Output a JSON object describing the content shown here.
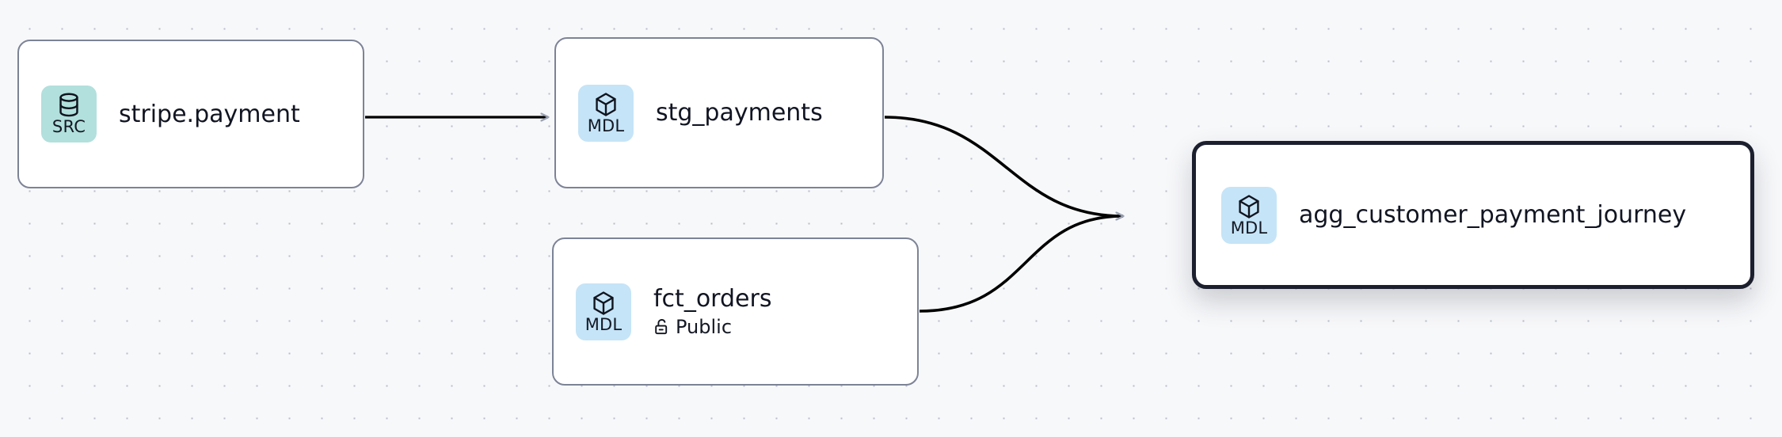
{
  "canvas": {
    "background_color": "#f7f8fa",
    "dot_grid_color": "#b9bdc9",
    "edge_color": "#000000",
    "arrowhead_color": "#9aa1b1",
    "node_border_color": "#7d8396",
    "selected_border_color": "#1b1f2e"
  },
  "nodes": [
    {
      "id": "stripe-payment",
      "title": "stripe.payment",
      "badge_label": "SRC",
      "badge_icon": "database-icon",
      "badge_color": "#b2e0dc",
      "selected": false
    },
    {
      "id": "stg-payments",
      "title": "stg_payments",
      "badge_label": "MDL",
      "badge_icon": "cube-icon",
      "badge_color": "#c5e4f7",
      "selected": false
    },
    {
      "id": "fct-orders",
      "title": "fct_orders",
      "badge_label": "MDL",
      "badge_icon": "cube-icon",
      "badge_color": "#c5e4f7",
      "subtitle": "Public",
      "subtitle_icon": "unlock-icon",
      "selected": false
    },
    {
      "id": "agg-customer-payment-journey",
      "title": "agg_customer_payment_journey",
      "badge_label": "MDL",
      "badge_icon": "cube-icon",
      "badge_color": "#c5e4f7",
      "selected": true
    }
  ],
  "edges": [
    {
      "from": "stripe-payment",
      "to": "stg-payments",
      "shape": "straight"
    },
    {
      "from": "stg-payments",
      "to": "agg-customer-payment-journey",
      "shape": "bezier"
    },
    {
      "from": "fct-orders",
      "to": "agg-customer-payment-journey",
      "shape": "bezier"
    }
  ]
}
